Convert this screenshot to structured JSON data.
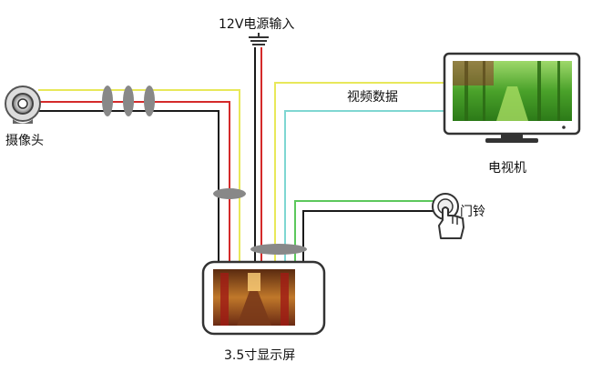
{
  "labels": {
    "power_input": "12V电源输入",
    "camera": "摄像头",
    "video_data": "视频数据",
    "tv": "电视机",
    "doorbell": "门铃",
    "display": "3.5寸显示屏"
  },
  "wire_colors": {
    "yellow": "#e8e85a",
    "red": "#d42a2a",
    "black": "#1a1a1a",
    "green": "#5cc85c",
    "cyan": "#7fd7d2",
    "connector": "#888888"
  },
  "icons": {
    "camera": "webcam-icon",
    "tv": "tv-monitor-icon",
    "doorbell": "doorbell-press-icon",
    "display": "indoor-monitor-icon",
    "power": "power-plug-icon"
  }
}
